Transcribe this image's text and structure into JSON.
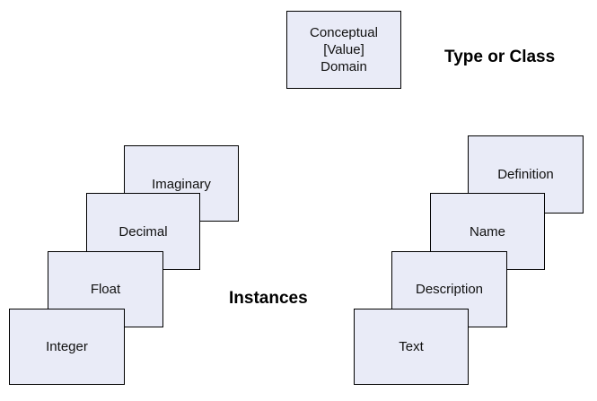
{
  "class_box": {
    "lines": [
      "Conceptual",
      "[Value]",
      "Domain"
    ]
  },
  "type_or_class_label": "Type or Class",
  "instances_label": "Instances",
  "left_stack": [
    "Imaginary",
    "Decimal",
    "Float",
    "Integer"
  ],
  "right_stack": [
    "Definition",
    "Name",
    "Description",
    "Text"
  ],
  "colors": {
    "box_fill": "#e9ebf7",
    "box_border": "#000000"
  }
}
